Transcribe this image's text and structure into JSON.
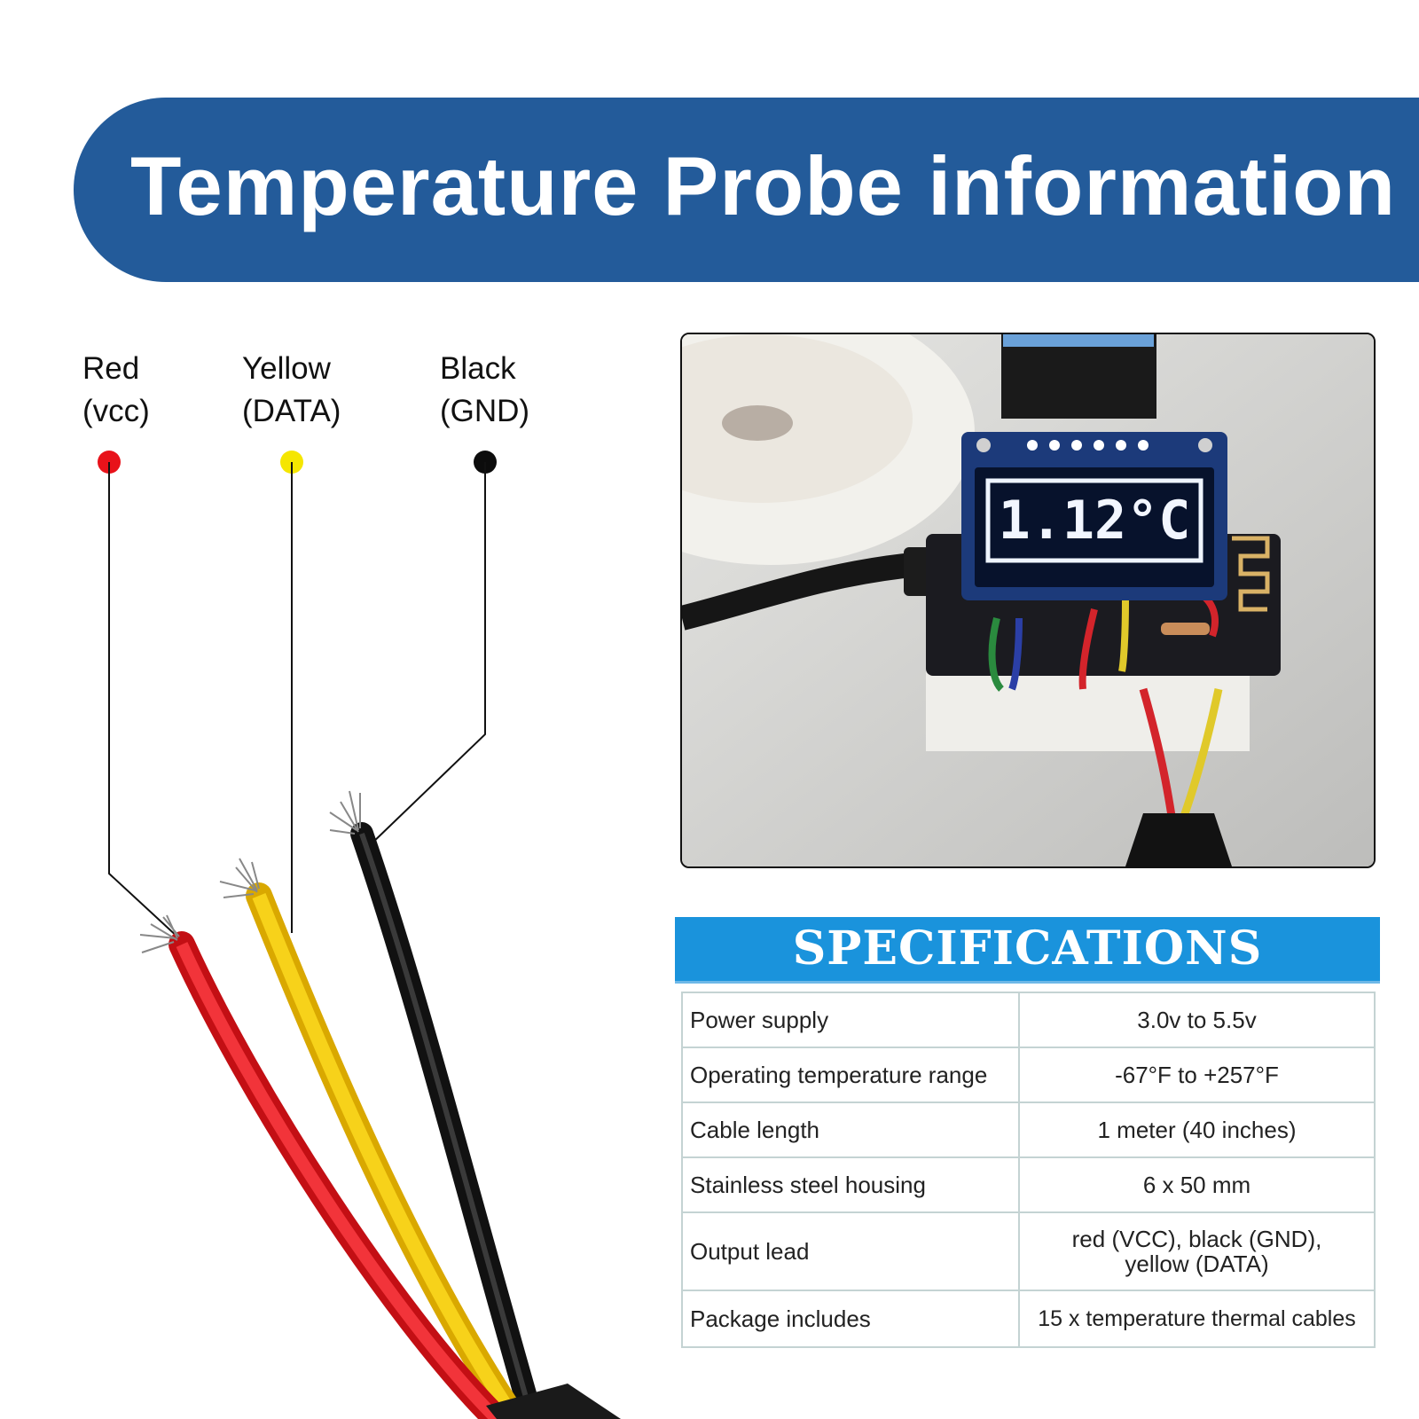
{
  "banner": {
    "title": "Temperature Probe information"
  },
  "wires": [
    {
      "label": "Red\n(vcc)",
      "color": "#e8121a"
    },
    {
      "label": "Yellow\n(DATA)",
      "color": "#f5e600"
    },
    {
      "label": "Black\n(GND)",
      "color": "#0c0c0c"
    }
  ],
  "photo": {
    "display_reading": "1.12°C"
  },
  "specifications": {
    "title": "SPECIFICATIONS",
    "rows": [
      {
        "key": "Power supply",
        "value": "3.0v to 5.5v"
      },
      {
        "key": "Operating temperature range",
        "value": "-67°F to +257°F"
      },
      {
        "key": "Cable length",
        "value": "1 meter (40 inches)"
      },
      {
        "key": "Stainless steel housing",
        "value": "6 x 50 mm"
      },
      {
        "key": "Output lead",
        "value": "red (VCC), black (GND),\nyellow (DATA)"
      },
      {
        "key": "Package includes",
        "value": "15 x temperature thermal cables"
      }
    ]
  },
  "colors": {
    "banner": "#235b9a",
    "spec_header": "#1a93dc",
    "table_border": "#c4d3d3",
    "wire_red": "#e8121a",
    "wire_yellow": "#f5c800",
    "wire_black": "#1b1b1b"
  }
}
